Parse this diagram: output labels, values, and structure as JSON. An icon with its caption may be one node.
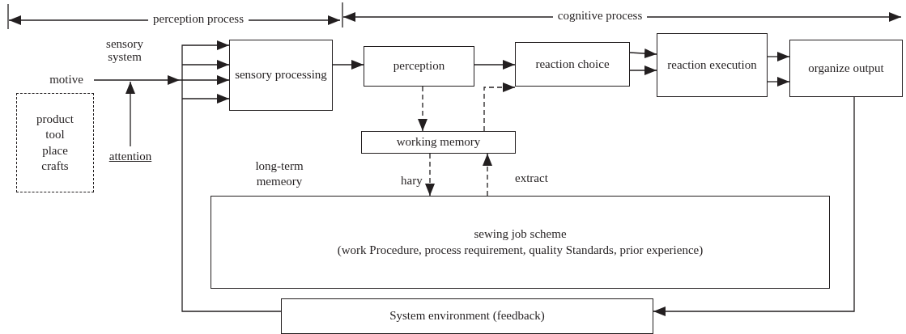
{
  "diagram": {
    "nodes": [
      {
        "text": [
          "product tool place crafts"
        ]
      },
      {
        "text": [
          "motive"
        ]
      },
      {
        "text": [
          "attention"
        ]
      },
      {
        "text": [
          "sensory processing"
        ]
      },
      {
        "text": [
          "perception"
        ]
      },
      {
        "text": [
          "reaction choice"
        ]
      },
      {
        "text": [
          "reaction execution"
        ]
      },
      {
        "text": [
          "organize output"
        ]
      },
      {
        "text": [
          "working memory"
        ]
      },
      {
        "text": [
          "sewing job scheme",
          "(work Procedure, process requirement, quality Standards, prior experience)"
        ],
        "beside": [
          "long-term memeory"
        ]
      },
      {
        "text": [
          "System environment (feedback)"
        ]
      }
    ],
    "edges": [
      {
        "from": 1,
        "to": 3,
        "arrow": "to"
      },
      {
        "from": 2,
        "to": null,
        "arrow": "to"
      },
      {
        "from": 3,
        "to": 4,
        "arrow": "to"
      },
      {
        "from": 4,
        "to": 5,
        "arrow": "to"
      },
      {
        "from": 5,
        "to": 6,
        "arrow": "to"
      },
      {
        "from": 5,
        "to": 6,
        "arrow": "to"
      },
      {
        "from": 6,
        "to": 7,
        "arrow": "to"
      },
      {
        "from": 6,
        "to": 7,
        "arrow": "to"
      },
      {
        "from": 4,
        "to": 8,
        "arrow": "to",
        "style": "dashed"
      },
      {
        "from": 8,
        "to": 5,
        "arrow": "to",
        "style": "dashed"
      },
      {
        "from": 8,
        "to": 9,
        "arrow": "to",
        "style": "dashed",
        "label": "hary"
      },
      {
        "from": 9,
        "to": 8,
        "arrow": "to",
        "style": "dashed",
        "label": "extract"
      },
      {
        "from": 7,
        "to": 10,
        "arrow": "to"
      },
      {
        "from": 10,
        "to": 3,
        "arrow": "to"
      }
    ],
    "labels": [
      "perception process",
      "cognitive process",
      "sensory system"
    ]
  }
}
